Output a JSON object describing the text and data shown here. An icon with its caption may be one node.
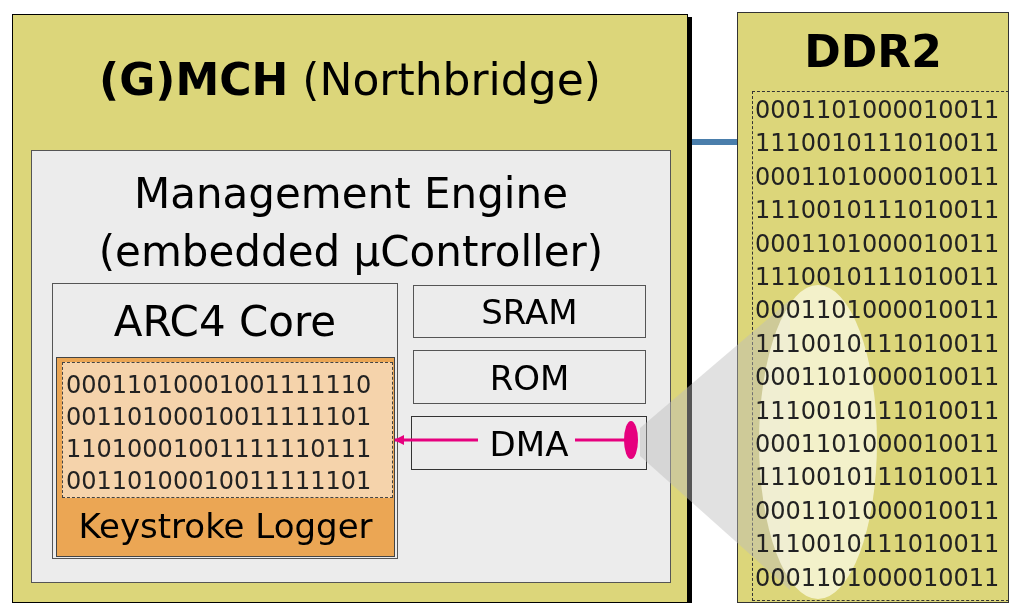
{
  "diagram": {
    "nodes": [
      {
        "text": [
          "**(G)MCH** (Northbridge)"
        ]
      },
      {
        "text": [
          "Management Engine (embedded µController)"
        ],
        "in": 0
      },
      {
        "text": [
          "ARC4 Core"
        ],
        "in": 1
      },
      {
        "text": [
          "Keystroke Logger"
        ],
        "in": 2
      },
      {
        "text": [
          "00011010001001111110",
          "00110100010011111101",
          "11010001001111110111",
          "00110100010011111101"
        ],
        "in": 3
      },
      {
        "text": [
          "SRAM"
        ],
        "in": 1
      },
      {
        "text": [
          "ROM"
        ],
        "in": 1
      },
      {
        "text": [
          "DMA"
        ],
        "in": 1
      },
      {
        "text": [
          "DDR2"
        ]
      },
      {
        "text": [
          "0001101000010011",
          "1110010111010011",
          "0001101000010011",
          "1110010111010011",
          "0001101000010011",
          "1110010111010011",
          "0001101000010011",
          "1110010111010011",
          "0001101000010011",
          "1110010111010011",
          "0001101000010011",
          "1110010111010011",
          "0001101000010011",
          "1110010111010011",
          "0001101000010011"
        ],
        "in": 8
      }
    ],
    "edges": [
      {
        "from": 0,
        "to": 8,
        "arrow": "none",
        "style": "thick",
        "color": "#4a7eab"
      },
      {
        "from": 7,
        "to": 4,
        "arrow": "to"
      },
      {
        "from": 7,
        "to": null,
        "arrow": "other"
      }
    ]
  }
}
